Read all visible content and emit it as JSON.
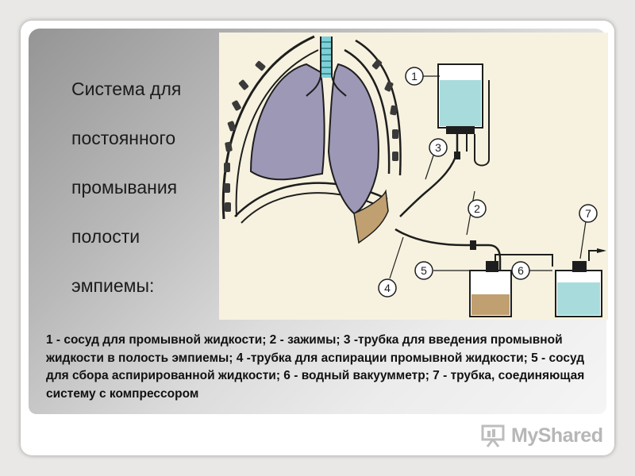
{
  "slide": {
    "title_lines": [
      "Система для",
      "постоянного",
      "промывания",
      "полости",
      "эмпиемы:"
    ],
    "caption": "1 - сосуд для промывной жидкости; 2 - зажимы; 3 -трубка для введения промывной жидкости в полость эмпиемы; 4 -трубка для аспирации промывной жидкости; 5 - сосуд для сбора аспирированной жидкости; 6 - водный вакуумметр; 7 - трубка, соединяющая систему с компрессором"
  },
  "diagram": {
    "labels": [
      "1",
      "2",
      "3",
      "4",
      "5",
      "6",
      "7"
    ],
    "colors": {
      "lung": "#9d98b6",
      "water": "#a8dcdc",
      "fluid": "#c0a070",
      "trachea": "#7cd0d6",
      "background": "#f7f2df"
    }
  },
  "watermark": {
    "text": "MyShared",
    "icon": "presentation-board-icon"
  }
}
